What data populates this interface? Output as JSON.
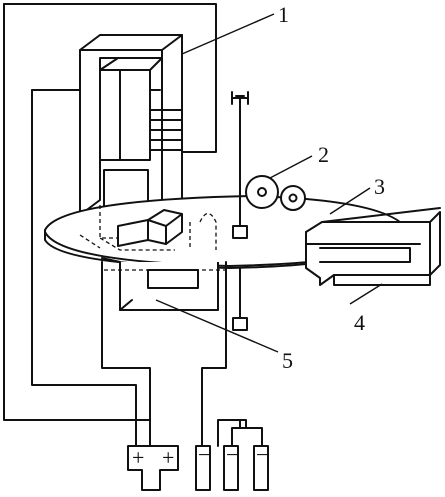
{
  "labels": {
    "l1": "1",
    "l2": "2",
    "l3": "3",
    "l4": "4",
    "l5": "5"
  },
  "terminals": {
    "plus": "+",
    "minus": "−"
  },
  "colors": {
    "ink": "#111111",
    "paper": "#ffffff"
  }
}
